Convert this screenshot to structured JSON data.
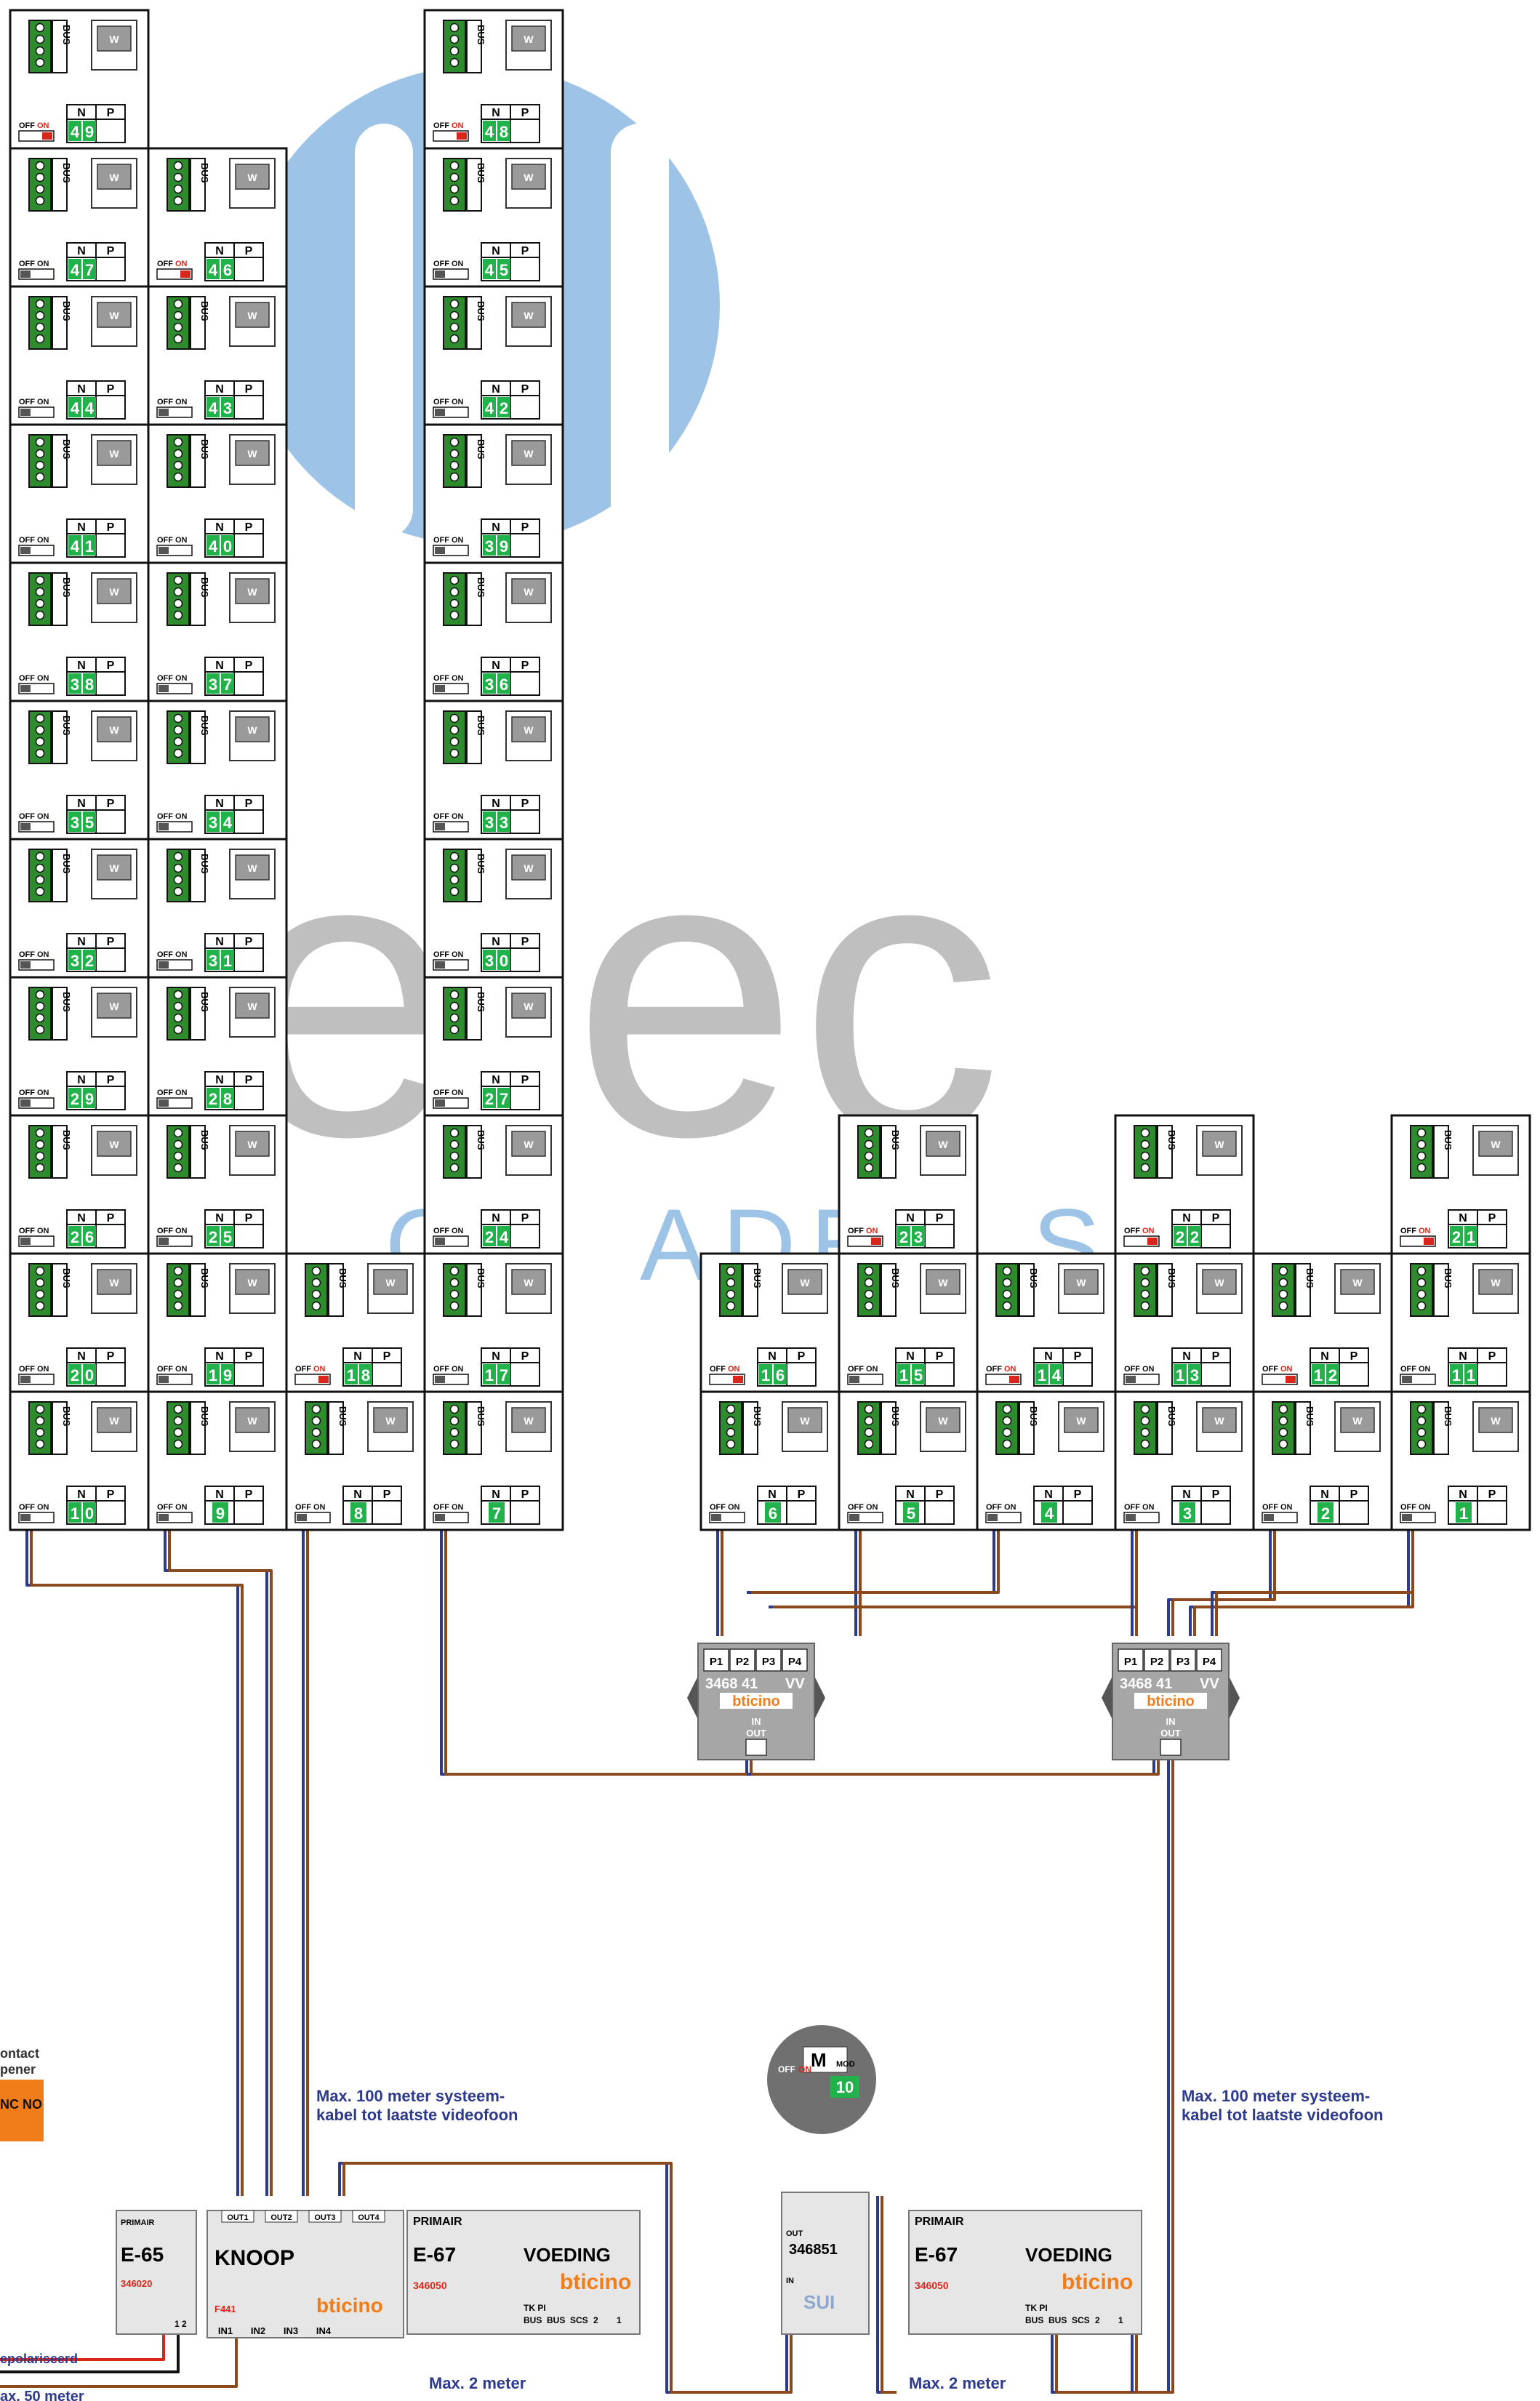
{
  "watermark": {
    "letters": "e.ec",
    "tagline_left": "OM",
    "tagline_mid": "ADE",
    "tagline_right": "SY",
    "circle_color": "#9DC3E6",
    "text_color": "#BFBFBF"
  },
  "unit_labels": {
    "bus": "BUS",
    "monitor": "W",
    "n": "N",
    "p": "P",
    "off": "OFF",
    "on": "ON"
  },
  "units": [
    {
      "addr": "49",
      "col": 0,
      "row": 0,
      "on": true
    },
    {
      "addr": "48",
      "col": 3,
      "row": 0,
      "on": true
    },
    {
      "addr": "47",
      "col": 0,
      "row": 1,
      "on": false
    },
    {
      "addr": "46",
      "col": 1,
      "row": 1,
      "on": true
    },
    {
      "addr": "45",
      "col": 3,
      "row": 1,
      "on": false
    },
    {
      "addr": "44",
      "col": 0,
      "row": 2,
      "on": false
    },
    {
      "addr": "43",
      "col": 1,
      "row": 2,
      "on": false
    },
    {
      "addr": "42",
      "col": 3,
      "row": 2,
      "on": false
    },
    {
      "addr": "41",
      "col": 0,
      "row": 3,
      "on": false
    },
    {
      "addr": "40",
      "col": 1,
      "row": 3,
      "on": false
    },
    {
      "addr": "39",
      "col": 3,
      "row": 3,
      "on": false
    },
    {
      "addr": "38",
      "col": 0,
      "row": 4,
      "on": false
    },
    {
      "addr": "37",
      "col": 1,
      "row": 4,
      "on": false
    },
    {
      "addr": "36",
      "col": 3,
      "row": 4,
      "on": false
    },
    {
      "addr": "35",
      "col": 0,
      "row": 5,
      "on": false
    },
    {
      "addr": "34",
      "col": 1,
      "row": 5,
      "on": false
    },
    {
      "addr": "33",
      "col": 3,
      "row": 5,
      "on": false
    },
    {
      "addr": "32",
      "col": 0,
      "row": 6,
      "on": false
    },
    {
      "addr": "31",
      "col": 1,
      "row": 6,
      "on": false
    },
    {
      "addr": "30",
      "col": 3,
      "row": 6,
      "on": false
    },
    {
      "addr": "29",
      "col": 0,
      "row": 7,
      "on": false
    },
    {
      "addr": "28",
      "col": 1,
      "row": 7,
      "on": false
    },
    {
      "addr": "27",
      "col": 3,
      "row": 7,
      "on": false
    },
    {
      "addr": "26",
      "col": 0,
      "row": 8,
      "on": false
    },
    {
      "addr": "25",
      "col": 1,
      "row": 8,
      "on": false
    },
    {
      "addr": "24",
      "col": 3,
      "row": 8,
      "on": false
    },
    {
      "addr": "23",
      "col": 6,
      "row": 8,
      "on": true
    },
    {
      "addr": "22",
      "col": 8,
      "row": 8,
      "on": true
    },
    {
      "addr": "21",
      "col": 10,
      "row": 8,
      "on": true
    },
    {
      "addr": "20",
      "col": 0,
      "row": 9,
      "on": false
    },
    {
      "addr": "19",
      "col": 1,
      "row": 9,
      "on": false
    },
    {
      "addr": "18",
      "col": 2,
      "row": 9,
      "on": true
    },
    {
      "addr": "17",
      "col": 3,
      "row": 9,
      "on": false
    },
    {
      "addr": "16",
      "col": 5,
      "row": 9,
      "on": true
    },
    {
      "addr": "15",
      "col": 6,
      "row": 9,
      "on": false
    },
    {
      "addr": "14",
      "col": 7,
      "row": 9,
      "on": true
    },
    {
      "addr": "13",
      "col": 8,
      "row": 9,
      "on": false
    },
    {
      "addr": "12",
      "col": 9,
      "row": 9,
      "on": true
    },
    {
      "addr": "11",
      "col": 10,
      "row": 9,
      "on": false
    },
    {
      "addr": "10",
      "col": 0,
      "row": 10,
      "on": false
    },
    {
      "addr": "9",
      "col": 1,
      "row": 10,
      "on": false
    },
    {
      "addr": "8",
      "col": 2,
      "row": 10,
      "on": false
    },
    {
      "addr": "7",
      "col": 3,
      "row": 10,
      "on": false
    },
    {
      "addr": "6",
      "col": 5,
      "row": 10,
      "on": false
    },
    {
      "addr": "5",
      "col": 6,
      "row": 10,
      "on": false
    },
    {
      "addr": "4",
      "col": 7,
      "row": 10,
      "on": false
    },
    {
      "addr": "3",
      "col": 8,
      "row": 10,
      "on": false
    },
    {
      "addr": "2",
      "col": 9,
      "row": 10,
      "on": false
    },
    {
      "addr": "1",
      "col": 10,
      "row": 10,
      "on": false
    }
  ],
  "distributors": [
    {
      "ports": [
        "P1",
        "P2",
        "P3",
        "P4"
      ],
      "code": "3468 41",
      "suffix": "VV",
      "brand": "bticino",
      "in": "IN",
      "out": "OUT"
    },
    {
      "ports": [
        "P1",
        "P2",
        "P3",
        "P4"
      ],
      "code": "3468 41",
      "suffix": "VV",
      "brand": "bticino",
      "in": "IN",
      "out": "OUT"
    }
  ],
  "modules": {
    "e65": {
      "primair": "PRIMAIR",
      "name": "E-65",
      "code": "346020",
      "terminals": "1 2"
    },
    "knoop": {
      "name": "KNOOP",
      "code": "F441",
      "outs": [
        "OUT1",
        "OUT2",
        "OUT3",
        "OUT4"
      ],
      "ins": [
        "IN1",
        "IN2",
        "IN3",
        "IN4"
      ],
      "brand": "bticino"
    },
    "voeding1": {
      "primair": "PRIMAIR",
      "name": "E-67",
      "label": "VOEDING",
      "code": "346050",
      "terms_top": "TK  PI",
      "terms": [
        "BUS",
        "BUS",
        "SCS",
        "2",
        "1"
      ],
      "brand": "bticino"
    },
    "voeding2": {
      "primair": "PRIMAIR",
      "name": "E-67",
      "label": "VOEDING",
      "code": "346050",
      "terms_top": "TK  PI",
      "terms": [
        "BUS",
        "BUS",
        "SCS",
        "2",
        "1"
      ],
      "brand": "bticino"
    },
    "sui": {
      "code": "346851",
      "sub": "SUI",
      "out": "OUT",
      "in": "IN",
      "mod": "M",
      "mod_label": "MOD",
      "mod_value": "10",
      "off": "OFF",
      "on": "ON"
    }
  },
  "notes": {
    "left_max": "Max. 100 meter systeem-\nkabel tot laatste videofoon",
    "right_max": "Max. 100 meter systeem-\nkabel tot laatste videofoon",
    "max2_left": "Max. 2 meter",
    "max2_right": "Max. 2 meter",
    "max50": "ax. 50 meter",
    "depol": "epolariseerd",
    "contact": "ontact",
    "opener": "pener",
    "nc_no": "NC NO"
  },
  "colors": {
    "wire_blue": "#2E3A8C",
    "wire_brown": "#8B4A1E",
    "terminal_green": "#2E8B2E",
    "addr_green": "#22B24C",
    "module_grey": "#A6A6A6",
    "note_blue": "#2E3A8C",
    "accent_red": "#D9261C",
    "accent_orange": "#F07D1A"
  }
}
